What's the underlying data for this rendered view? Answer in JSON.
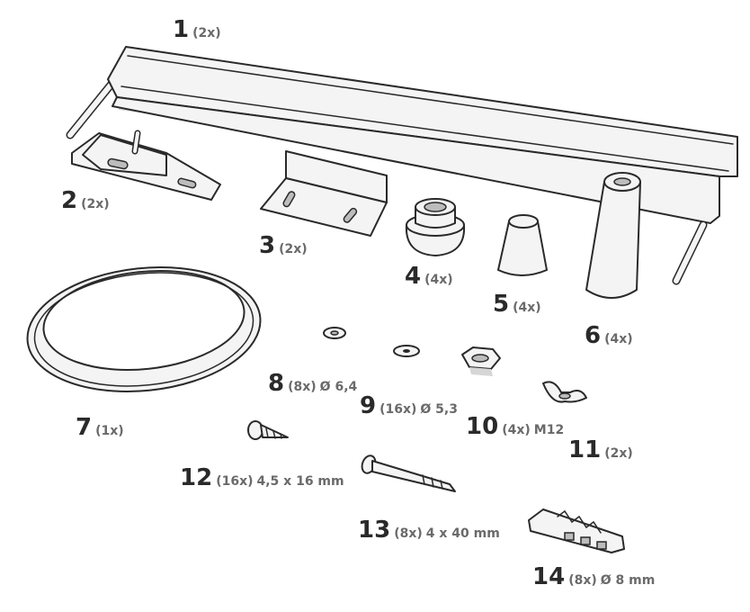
{
  "parts": [
    {
      "id": "p1",
      "number": "1",
      "qty": "(2x)",
      "spec": ""
    },
    {
      "id": "p2",
      "number": "2",
      "qty": "(2x)",
      "spec": ""
    },
    {
      "id": "p3",
      "number": "3",
      "qty": "(2x)",
      "spec": ""
    },
    {
      "id": "p4",
      "number": "4",
      "qty": "(4x)",
      "spec": ""
    },
    {
      "id": "p5",
      "number": "5",
      "qty": "(4x)",
      "spec": ""
    },
    {
      "id": "p6",
      "number": "6",
      "qty": "(4x)",
      "spec": ""
    },
    {
      "id": "p7",
      "number": "7",
      "qty": "(1x)",
      "spec": ""
    },
    {
      "id": "p8",
      "number": "8",
      "qty": "(8x)",
      "spec": "Ø 6,4"
    },
    {
      "id": "p9",
      "number": "9",
      "qty": "(16x)",
      "spec": "Ø 5,3"
    },
    {
      "id": "p10",
      "number": "10",
      "qty": "(4x)",
      "spec": "M12"
    },
    {
      "id": "p11",
      "number": "11",
      "qty": "(2x)",
      "spec": ""
    },
    {
      "id": "p12",
      "number": "12",
      "qty": "(16x)",
      "spec": "4,5 x 16 mm"
    },
    {
      "id": "p13",
      "number": "13",
      "qty": "(8x)",
      "spec": "4 x 40 mm"
    },
    {
      "id": "p14",
      "number": "14",
      "qty": "(8x)",
      "spec": "Ø 8 mm"
    }
  ]
}
